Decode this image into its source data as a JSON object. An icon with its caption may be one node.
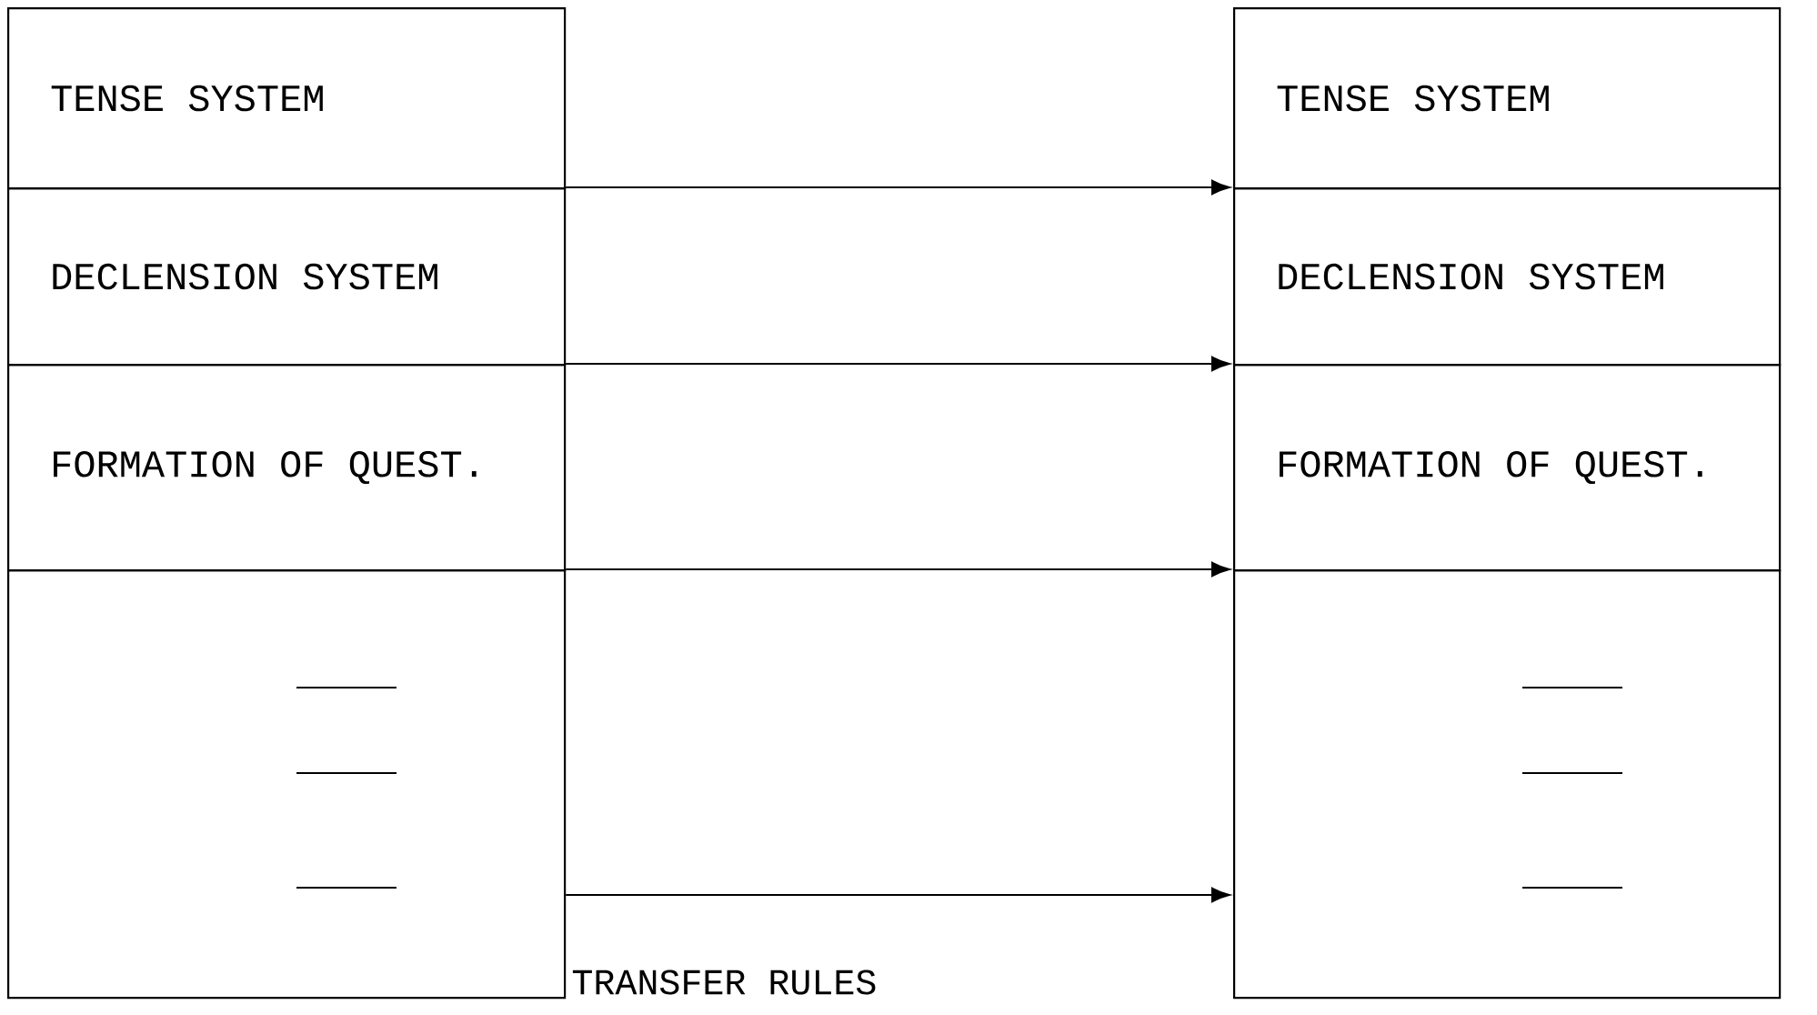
{
  "diagram": {
    "nodes": [
      {
        "text": [
          "TENSE SYSTEM"
        ]
      },
      {
        "text": [
          "DECLENSION SYSTEM"
        ]
      },
      {
        "text": [
          "FORMATION OF QUEST."
        ]
      },
      {
        "text": [],
        "shape": "box"
      },
      {
        "text": [
          "TENSE SYSTEM"
        ]
      },
      {
        "text": [
          "DECLENSION SYSTEM"
        ]
      },
      {
        "text": [
          "FORMATION OF QUEST."
        ]
      },
      {
        "text": [],
        "shape": "box"
      }
    ],
    "edges": [
      {
        "from": 0,
        "to": 4,
        "arrow": "to"
      },
      {
        "from": 1,
        "to": 5,
        "arrow": "to"
      },
      {
        "from": 2,
        "to": 6,
        "arrow": "to"
      },
      {
        "from": 3,
        "to": 7,
        "arrow": "to"
      }
    ],
    "labels": [
      "TRANSFER RULES"
    ]
  }
}
